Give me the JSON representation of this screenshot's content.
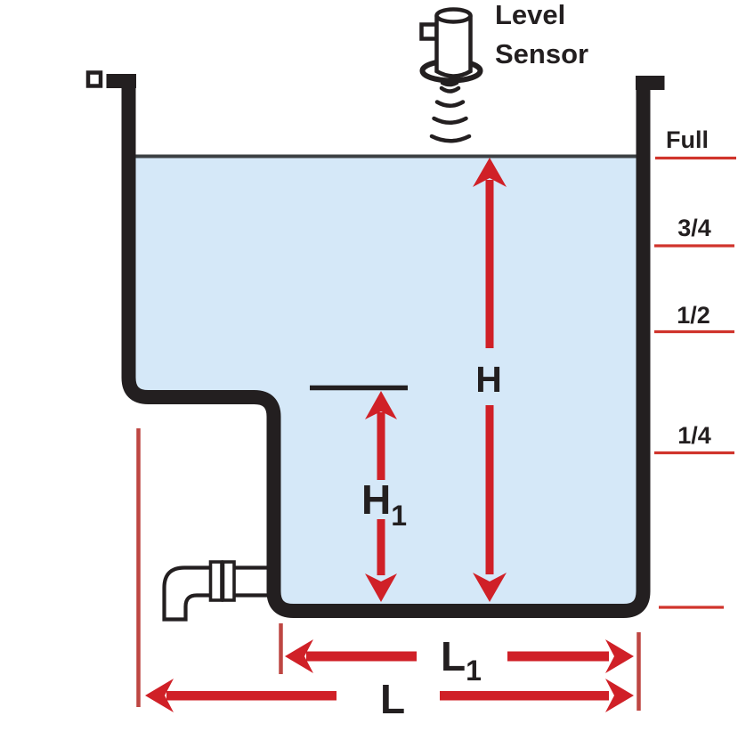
{
  "sensor": {
    "label_line1": "Level",
    "label_line2": "Sensor"
  },
  "levels": {
    "full": "Full",
    "three_quarters": "3/4",
    "half": "1/2",
    "quarter": "1/4"
  },
  "dimensions": {
    "h": "H",
    "h1_main": "H",
    "h1_sub": "1",
    "l": "L",
    "l1_main": "L",
    "l1_sub": "1"
  },
  "colors": {
    "outline": "#231F20",
    "water": "#D5E8F8",
    "surface_line": "#3C4043",
    "arrow_red": "#D02027",
    "extension_red": "#BE4642",
    "level_line_red": "#D0342C"
  }
}
